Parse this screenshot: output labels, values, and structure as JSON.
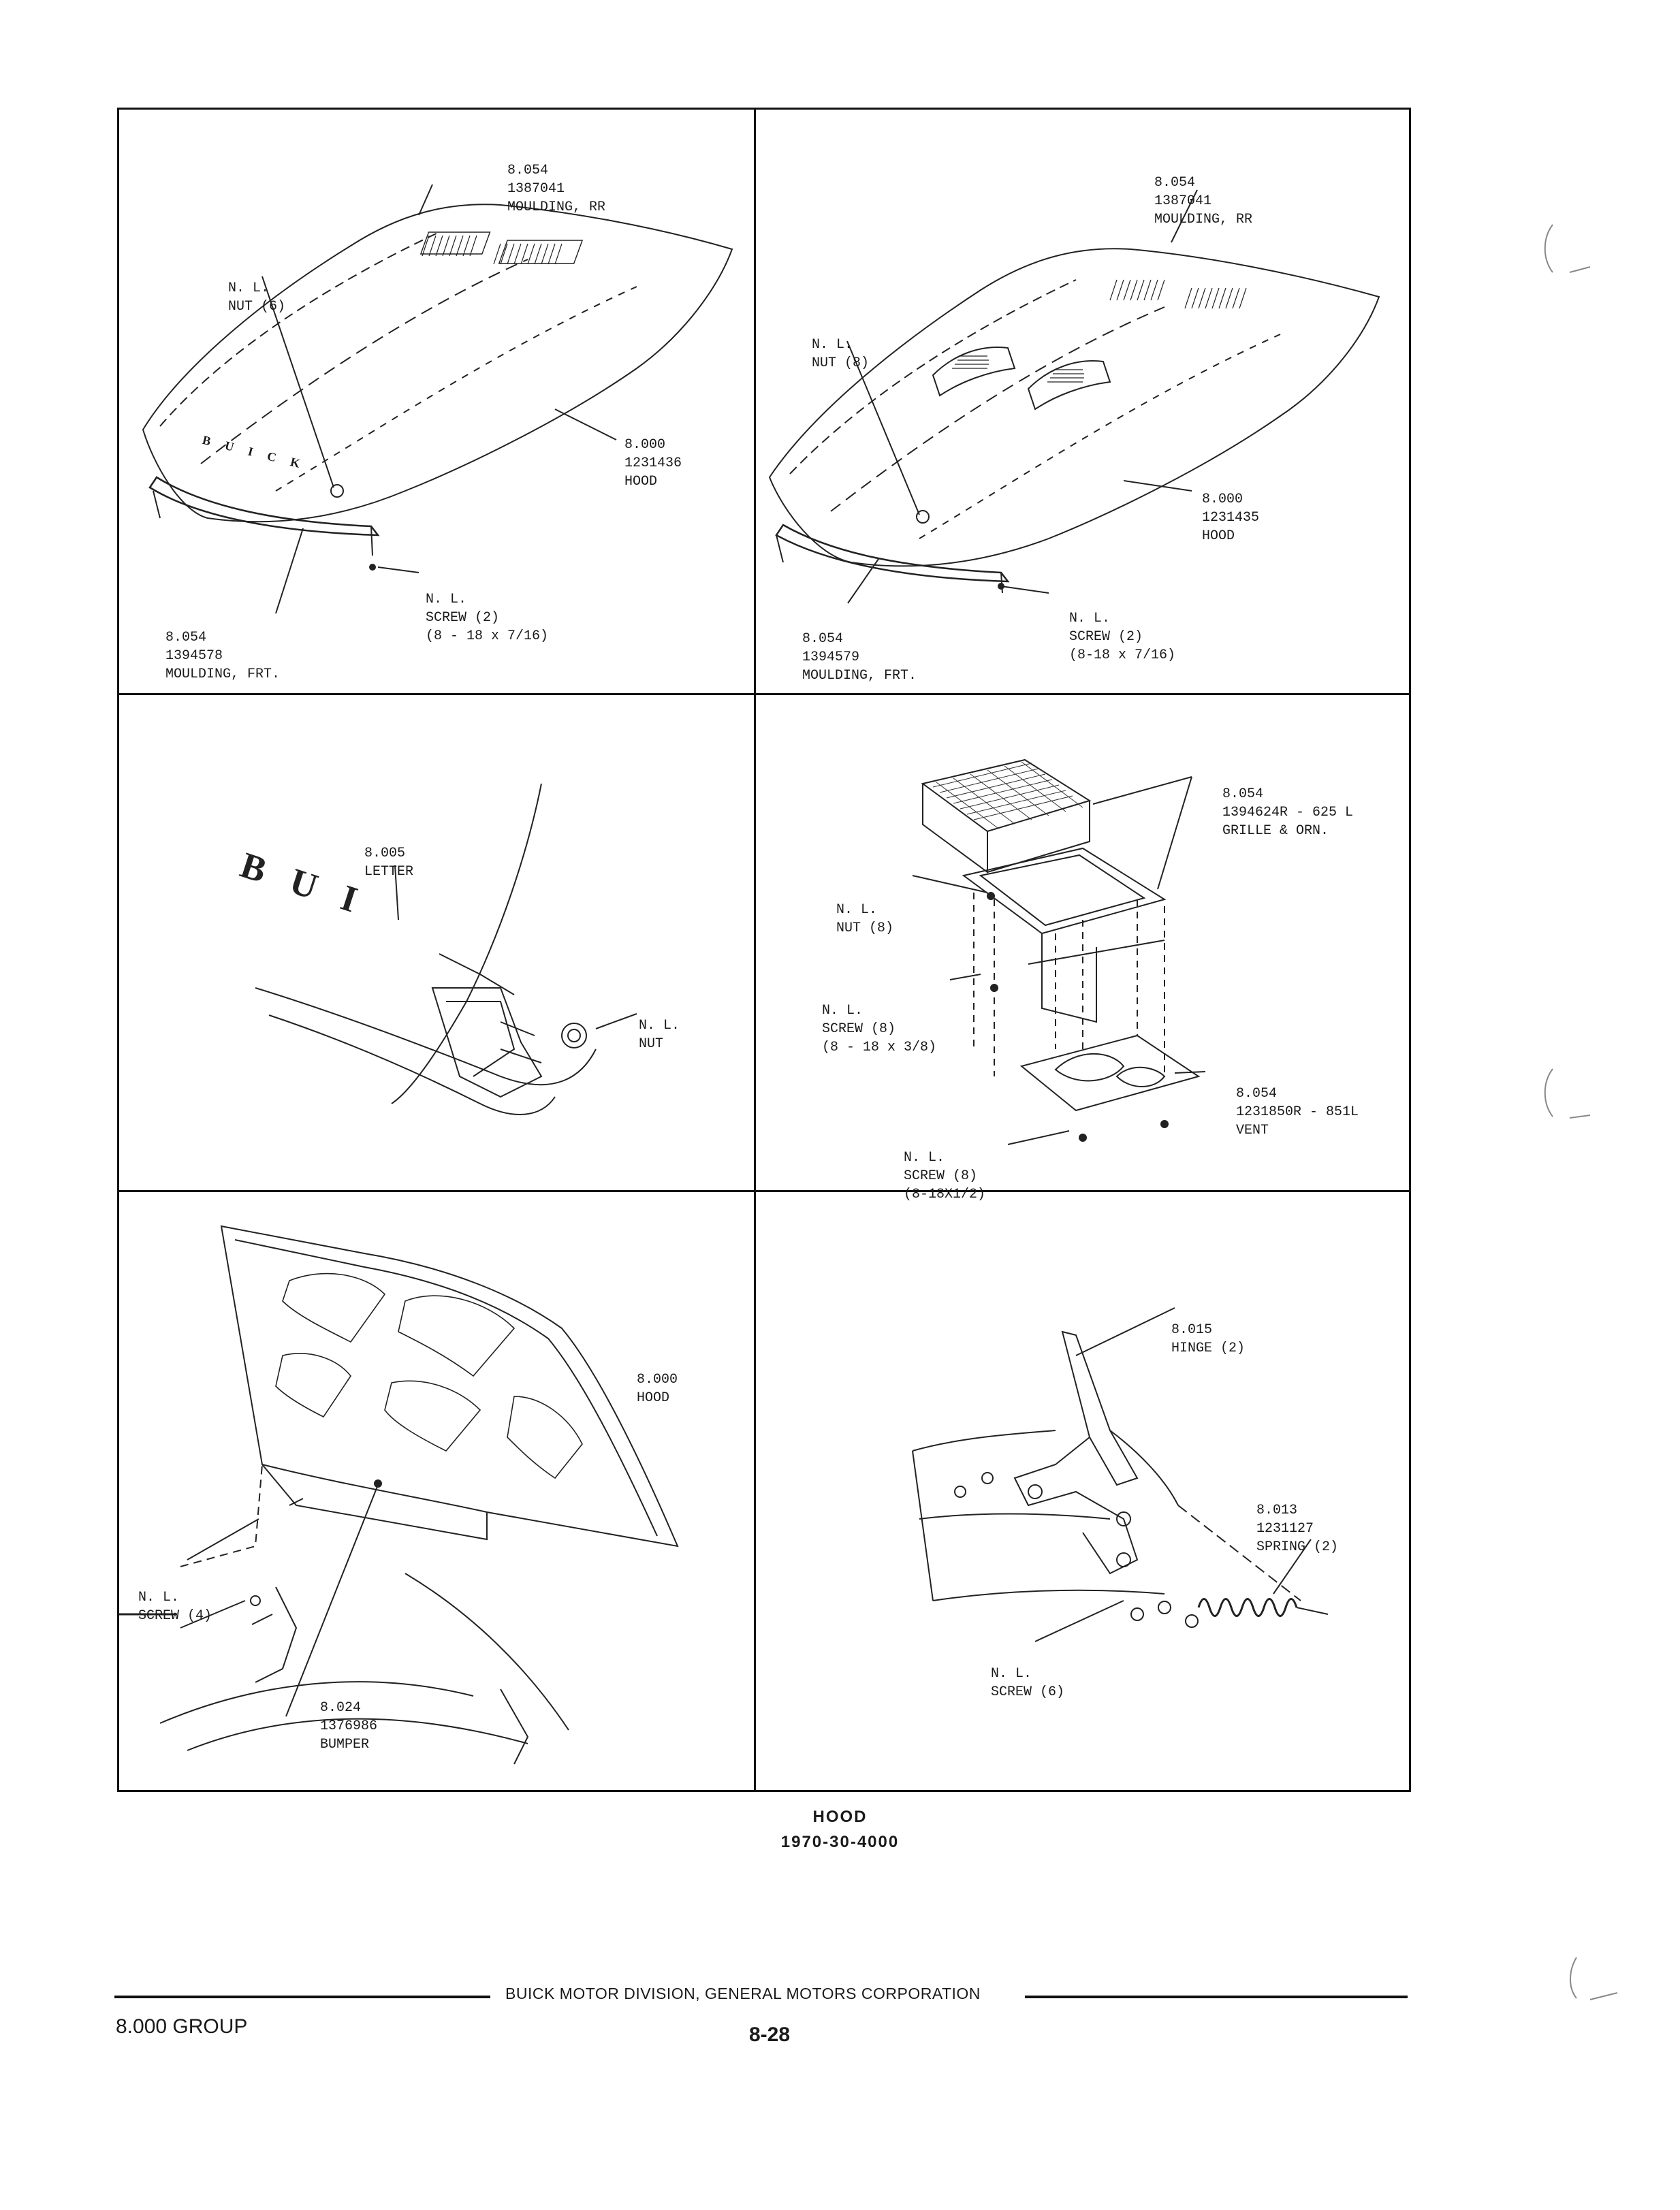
{
  "panels": [
    {
      "id": "hood-standard",
      "labels": [
        {
          "lines": [
            "8.054",
            "1387041",
            "MOULDING, RR"
          ]
        },
        {
          "lines": [
            "N. L.",
            "NUT (6)"
          ]
        },
        {
          "lines": [
            "8.000",
            "1231436",
            "HOOD"
          ]
        },
        {
          "lines": [
            "N. L.",
            "SCREW (2)",
            "(8 - 18 x 7/16)"
          ]
        },
        {
          "lines": [
            "8.054",
            "1394578",
            "MOULDING, FRT."
          ]
        }
      ],
      "emblem_letters": [
        "B",
        "U",
        "I",
        "C",
        "K"
      ]
    },
    {
      "id": "hood-scoops",
      "labels": [
        {
          "lines": [
            "8.054",
            "1387041",
            "MOULDING, RR"
          ]
        },
        {
          "lines": [
            "N. L.",
            "NUT (8)"
          ]
        },
        {
          "lines": [
            "8.000",
            "1231435",
            "HOOD"
          ]
        },
        {
          "lines": [
            "N. L.",
            "SCREW (2)",
            "(8-18 x 7/16)"
          ]
        },
        {
          "lines": [
            "8.054",
            "1394579",
            "MOULDING, FRT."
          ]
        }
      ]
    },
    {
      "id": "emblem-letters",
      "labels": [
        {
          "lines": [
            "8.005",
            "LETTER"
          ]
        },
        {
          "lines": [
            "N. L.",
            "NUT"
          ]
        }
      ],
      "emblem_letters": [
        "B",
        "U",
        "I"
      ]
    },
    {
      "id": "grille-vent",
      "labels": [
        {
          "lines": [
            "8.054",
            "1394624R - 625 L",
            "GRILLE & ORN."
          ]
        },
        {
          "lines": [
            "N. L.",
            "NUT (8)"
          ]
        },
        {
          "lines": [
            "N. L.",
            "SCREW (8)",
            "(8 - 18 x 3/8)"
          ]
        },
        {
          "lines": [
            "8.054",
            "1231850R - 851L",
            "VENT"
          ]
        },
        {
          "lines": [
            "N. L.",
            "SCREW (8)",
            "(8-18X1/2)"
          ]
        }
      ]
    },
    {
      "id": "hood-open-underside",
      "labels": [
        {
          "lines": [
            "8.000",
            "HOOD"
          ]
        },
        {
          "lines": [
            "N. L.",
            "SCREW (4)"
          ]
        },
        {
          "lines": [
            "8.024",
            "1376986",
            "BUMPER"
          ]
        }
      ]
    },
    {
      "id": "hinge-spring",
      "labels": [
        {
          "lines": [
            "8.015",
            "HINGE (2)"
          ]
        },
        {
          "lines": [
            "8.013",
            "1231127",
            "SPRING (2)"
          ]
        },
        {
          "lines": [
            "N. L.",
            "SCREW (6)"
          ]
        }
      ]
    }
  ],
  "caption": {
    "title": "HOOD",
    "code": "1970-30-4000"
  },
  "footer": {
    "division": "BUICK MOTOR DIVISION, GENERAL MOTORS CORPORATION",
    "group": "8.000 GROUP",
    "page": "8-28"
  }
}
